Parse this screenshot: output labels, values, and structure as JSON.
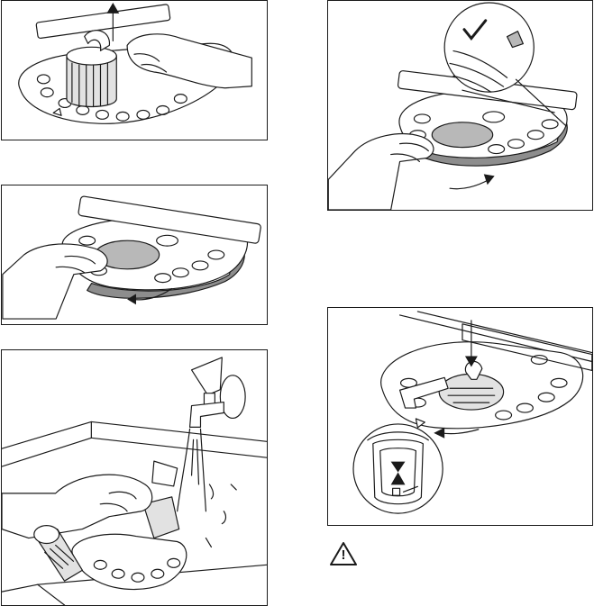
{
  "page": {
    "steps": [
      {
        "illustration": "lift-filter-out"
      },
      {
        "illustration": "rotate-flat-filter-out"
      },
      {
        "illustration": "rinse-filters-under-tap"
      },
      {
        "illustration": "reinstall-flat-filter-check"
      },
      {
        "illustration": "reinsert-and-lock-filter"
      }
    ],
    "warning_icon": "warning-triangle-icon",
    "warning_symbol": "!"
  }
}
